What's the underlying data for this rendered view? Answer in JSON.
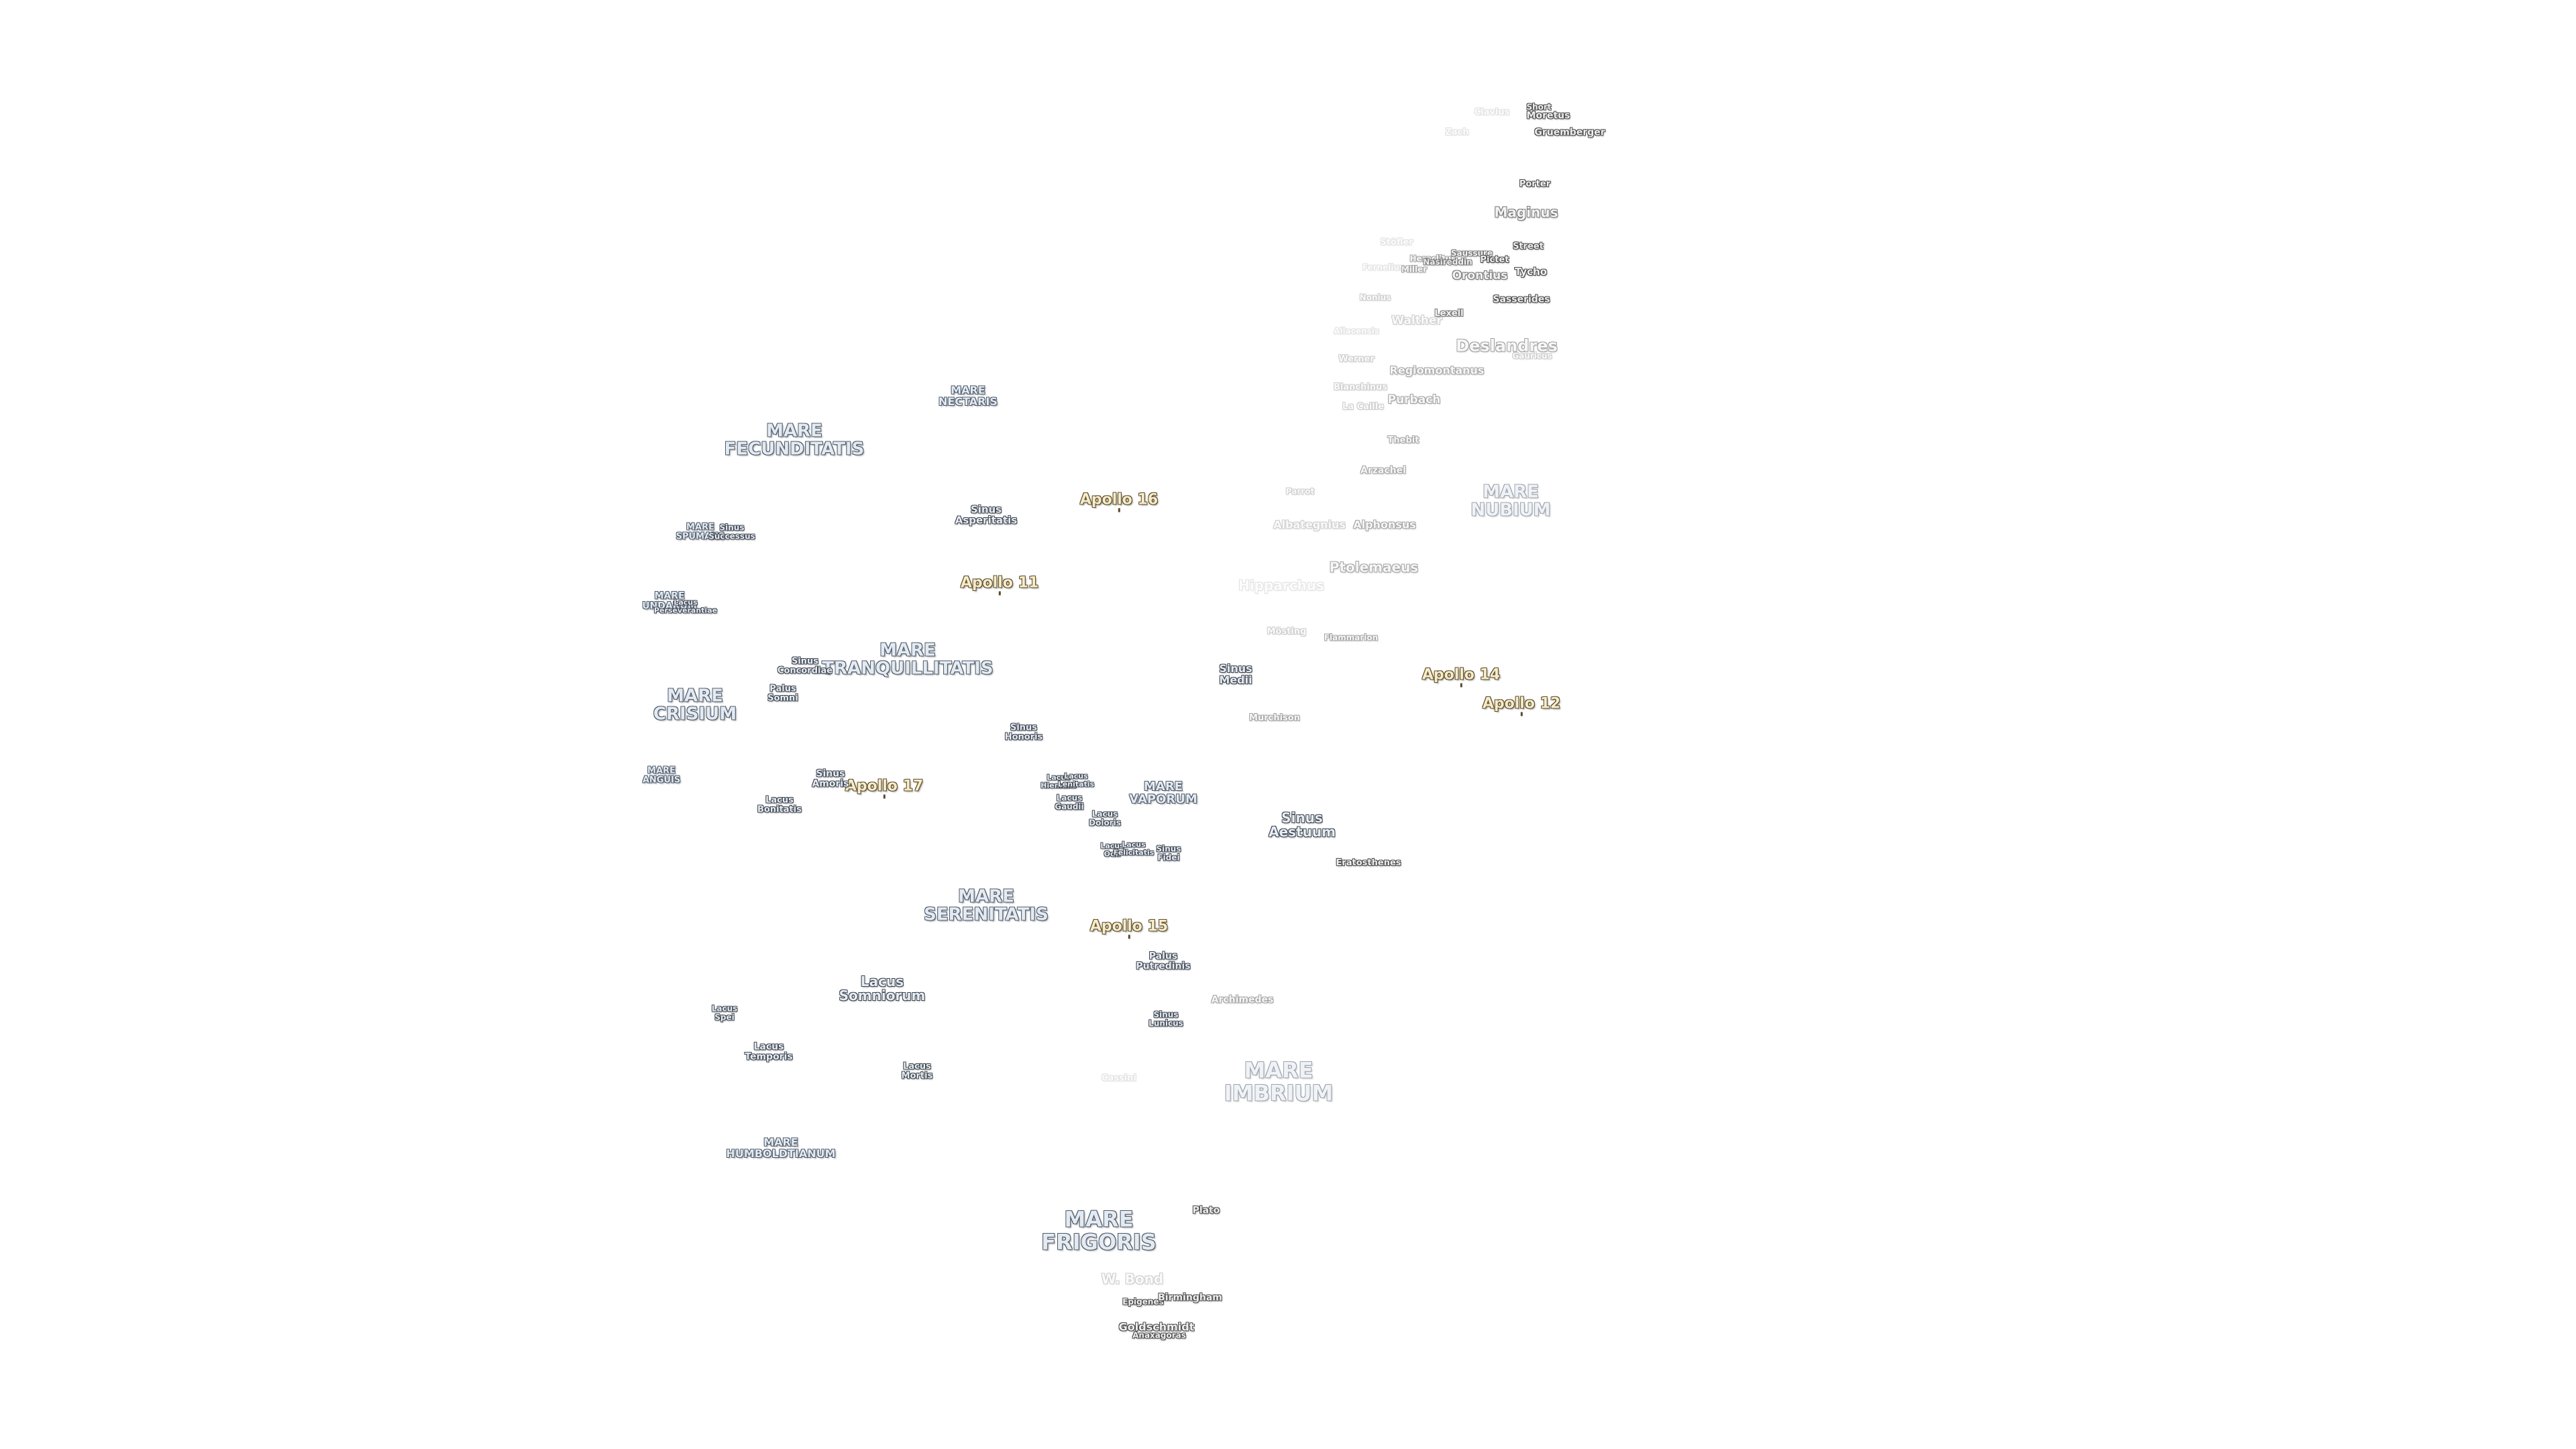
{
  "apollo": {
    "a11": "Apollo 11",
    "a12": "Apollo 12",
    "a14": "Apollo 14",
    "a15": "Apollo 15",
    "a16": "Apollo 16",
    "a17": "Apollo 17"
  },
  "maria": {
    "nectaris": "MARE\nNECTARIS",
    "fecunditatis": "MARE\nFECUNDITATIS",
    "spumans": "MARE\nSPUMANS",
    "undarum": "MARE\nUNDARUM",
    "tranquillitatis": "MARE\nTRANQUILLITATIS",
    "crisium": "MARE\nCRISIUM",
    "anguis": "MARE\nANGUIS",
    "vaporum": "MARE\nVAPORUM",
    "serenitatis": "MARE\nSERENITATIS",
    "imbrium": "MARE\nIMBRIUM",
    "humboldtianum": "MARE\nHUMBOLDTIANUM",
    "frigoris": "MARE\nFRIGORIS",
    "nubium": "MARE\nNUBIUM"
  },
  "features": {
    "sinus_asperitatis": "Sinus\nAsperitatis",
    "sinus_successus": "Sinus\nSuccessus",
    "lacus_perseverantiae": "Lacus\nPerseverantiae",
    "sinus_concordiae": "Sinus\nConcordiae",
    "palus_somni": "Palus\nSomni",
    "sinus_honoris": "Sinus\nHonoris",
    "sinus_amoris": "Sinus\nAmoris",
    "lacus_bonitatis": "Lacus\nBonitatis",
    "lacus_hiemalis": "Lacus\nHiemalis",
    "lacus_lenitatis": "Lacus\nLenitatis",
    "lacus_gaudii": "Lacus\nGaudii",
    "lacus_doloris": "Lacus\nDoloris",
    "lacus_odii": "Lacus\nOdii",
    "lacus_felicitatis": "Lacus\nFelicitatis",
    "sinus_fidei": "Sinus\nFidei",
    "sinus_medii": "Sinus\nMedii",
    "sinus_aestuum": "Sinus\nAestuum",
    "palus_putredinis": "Palus\nPutredinis",
    "sinus_lunicus": "Sinus\nLunicus",
    "lacus_somniorum": "Lacus\nSomniorum",
    "lacus_spei": "Lacus\nSpei",
    "lacus_temporis": "Lacus\nTemporis",
    "lacus_mortis": "Lacus\nMortis"
  },
  "craters": {
    "clavius": "Clavius",
    "short": "Short",
    "moretus": "Moretus",
    "zach": "Zach",
    "gruemberger": "Gruemberger",
    "porter": "Porter",
    "maginus": "Maginus",
    "stofler": "Stöfler",
    "street": "Street",
    "saussure": "Saussure",
    "heraclitus": "Heraclitus",
    "nasireddin": "Nasireddin",
    "pictet": "Pictet",
    "miller": "Miller",
    "fernelius": "Fernelius",
    "tycho": "Tycho",
    "orontius": "Orontius",
    "nonius": "Nonius",
    "sasserides": "Sasserides",
    "lexell": "Lexell",
    "walther": "Walther",
    "aliacensis": "Aliacensis",
    "deslandres": "Deslandres",
    "gauricus": "Gauricus",
    "werner": "Werner",
    "regiomontanus": "Regiomontanus",
    "blanchinus": "Blanchinus",
    "purbach": "Purbach",
    "lacaille": "La Caille",
    "thebit": "Thebit",
    "arzachel": "Arzachel",
    "parrot": "Parrot",
    "albategnius": "Albategnius",
    "alphonsus": "Alphonsus",
    "ptolemaeus": "Ptolemaeus",
    "hipparchus": "Hipparchus",
    "mosting": "Mösting",
    "flammarion": "Flammarion",
    "murchison": "Murchison",
    "eratosthenes": "Eratosthenes",
    "archimedes": "Archimedes",
    "cassini": "Cassini",
    "plato": "Plato",
    "wbond": "W. Bond",
    "epigenes": "Epigenes",
    "birmingham": "Birmingham",
    "goldschmidt": "Goldschmidt",
    "anaxagoras": "Anaxagoras"
  }
}
